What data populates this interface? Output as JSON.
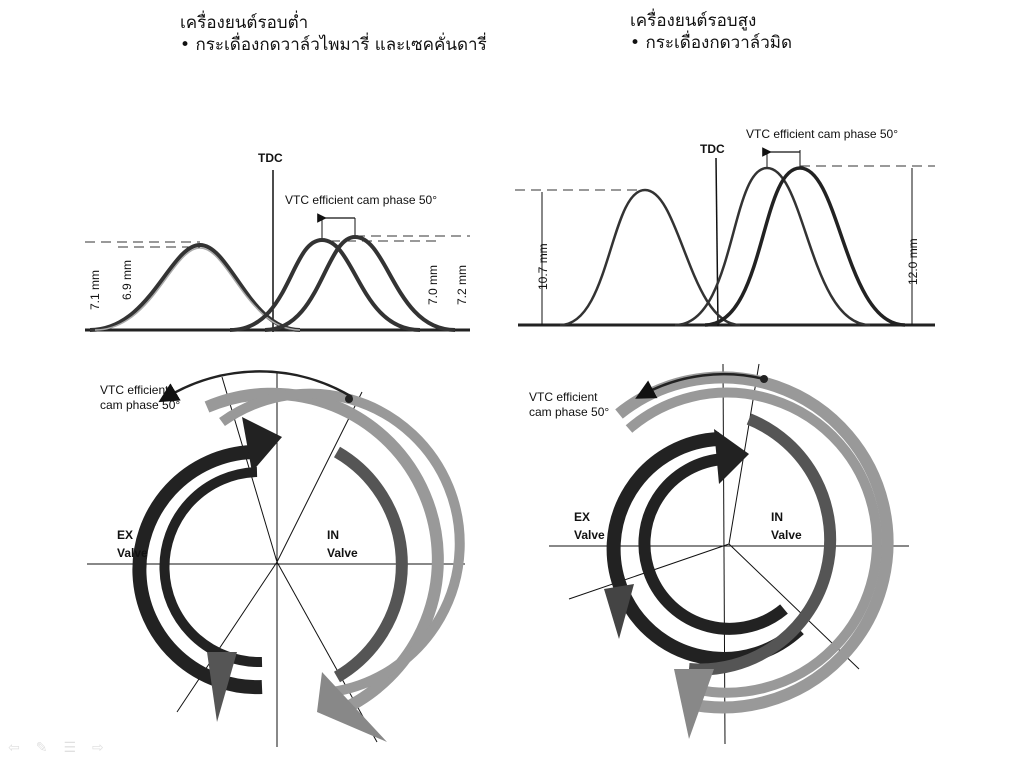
{
  "left_panel": {
    "title": "เครื่องยนต์รอบต่ำ",
    "bullet": "กระเดื่องกดวาล์วไพมารี่ และเซคคั่นดารี่",
    "lift_chart": {
      "tdc_label": "TDC",
      "phase_label": "VTC efficient cam phase 50°",
      "lifts": [
        "7.1 mm",
        "6.9 mm",
        "7.0 mm",
        "7.2 mm"
      ]
    },
    "timing_diagram": {
      "phase_label_line1": "VTC efficient",
      "phase_label_line2": "cam phase 50°",
      "ex_line1": "EX",
      "ex_line2": "Valve",
      "in_line1": "IN",
      "in_line2": "Valve"
    }
  },
  "right_panel": {
    "title": "เครื่องยนต์รอบสูง",
    "bullet": "กระเดื่องกดวาล์วมิด",
    "lift_chart": {
      "tdc_label": "TDC",
      "phase_label": "VTC efficient cam phase 50°",
      "lifts": [
        "10.7 mm",
        "12.0 mm"
      ]
    },
    "timing_diagram": {
      "phase_label_line1": "VTC efficient",
      "phase_label_line2": "cam phase 50°",
      "ex_line1": "EX",
      "ex_line2": "Valve",
      "in_line1": "IN",
      "in_line2": "Valve"
    }
  },
  "nav": {
    "prev_icon": "arrow-left-icon",
    "pen_icon": "pen-icon",
    "menu_icon": "menu-icon",
    "next_icon": "arrow-right-icon"
  }
}
